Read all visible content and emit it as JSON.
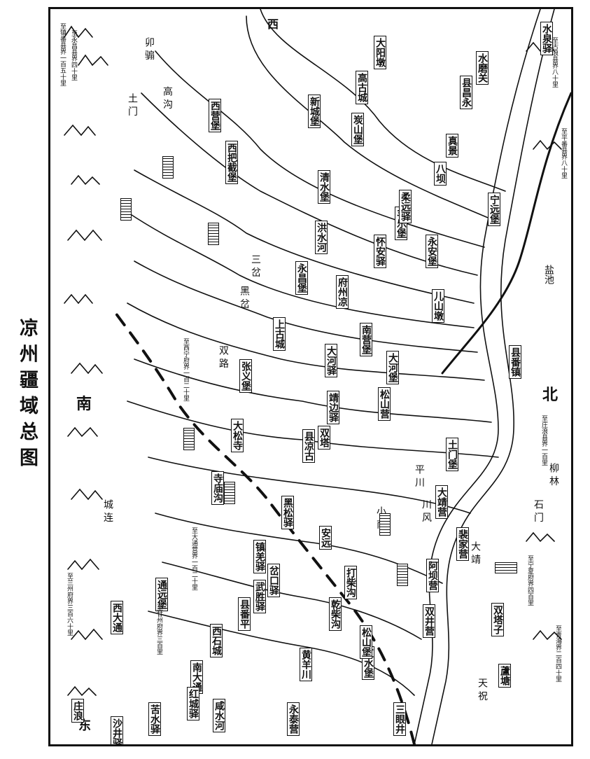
{
  "title": "凉州疆域总图",
  "directions": {
    "south": "南",
    "north": "北",
    "west": "西",
    "east": "东"
  },
  "settlements": [
    {
      "name": "县凉古",
      "boxed": true
    },
    {
      "name": "府州凉",
      "boxed": true
    },
    {
      "name": "县番平",
      "boxed": true
    },
    {
      "name": "县昌永",
      "boxed": true
    },
    {
      "name": "县番镇",
      "boxed": true
    },
    {
      "name": "儿山墩",
      "boxed": true
    },
    {
      "name": "大河驿",
      "boxed": true
    },
    {
      "name": "上古城",
      "boxed": true
    },
    {
      "name": "张义堡",
      "boxed": true
    },
    {
      "name": "双塔",
      "boxed": true
    },
    {
      "name": "靖边驿",
      "boxed": true
    },
    {
      "name": "土门堡",
      "boxed": true
    },
    {
      "name": "大靖营",
      "boxed": true
    },
    {
      "name": "黑松驿",
      "boxed": true
    },
    {
      "name": "安远",
      "boxed": true
    },
    {
      "name": "镇羌驿",
      "boxed": true
    },
    {
      "name": "岔口驿",
      "boxed": true
    },
    {
      "name": "武胜驿",
      "boxed": true
    },
    {
      "name": "打柴沟",
      "boxed": true
    },
    {
      "name": "乾柴沟",
      "boxed": true
    },
    {
      "name": "通远堡",
      "boxed": true
    },
    {
      "name": "西大通",
      "boxed": true
    },
    {
      "name": "南大通",
      "boxed": true
    },
    {
      "name": "红城驿",
      "boxed": true
    },
    {
      "name": "苦水驿",
      "boxed": true
    },
    {
      "name": "咸水河",
      "boxed": true
    },
    {
      "name": "庄浪",
      "boxed": true
    },
    {
      "name": "沙井驿",
      "boxed": true
    },
    {
      "name": "红水堡",
      "boxed": true
    },
    {
      "name": "松山堡",
      "boxed": true
    },
    {
      "name": "黄羊川",
      "boxed": true
    },
    {
      "name": "永泰营",
      "boxed": true
    },
    {
      "name": "三眼井",
      "boxed": true
    },
    {
      "name": "阿坝营",
      "boxed": true
    },
    {
      "name": "裴家营",
      "boxed": true
    },
    {
      "name": "双井营",
      "boxed": true
    },
    {
      "name": "双塔子",
      "boxed": true
    },
    {
      "name": "蘆塘",
      "boxed": true
    },
    {
      "name": "水磨关",
      "boxed": true
    },
    {
      "name": "宁远堡",
      "boxed": true
    },
    {
      "name": "水泉驿",
      "boxed": true
    },
    {
      "name": "大阳墩",
      "boxed": true
    },
    {
      "name": "真景",
      "boxed": true
    },
    {
      "name": "八坝",
      "boxed": true
    },
    {
      "name": "丰乐堡",
      "boxed": true
    },
    {
      "name": "永安堡",
      "boxed": true
    },
    {
      "name": "怀安驿",
      "boxed": true
    },
    {
      "name": "高古城",
      "boxed": true
    },
    {
      "name": "新城堡",
      "boxed": true
    },
    {
      "name": "清水堡",
      "boxed": true
    },
    {
      "name": "西营堡",
      "boxed": true
    },
    {
      "name": "柔远驿",
      "boxed": true
    },
    {
      "name": "炭山堡",
      "boxed": true
    },
    {
      "name": "西把截堡",
      "boxed": true
    },
    {
      "name": "洪水河",
      "boxed": true
    },
    {
      "name": "永昌堡",
      "boxed": true
    },
    {
      "name": "大河堡",
      "boxed": true
    },
    {
      "name": "南营堡",
      "boxed": true
    },
    {
      "name": "松山营",
      "boxed": true
    },
    {
      "name": "西石城",
      "boxed": true
    },
    {
      "name": "大松寺",
      "boxed": true
    },
    {
      "name": "寺庙沟",
      "boxed": true
    }
  ],
  "features": [
    {
      "name": "城 连"
    },
    {
      "name": "柳 林"
    },
    {
      "name": "盐池"
    },
    {
      "name": "卯 骟"
    },
    {
      "name": "三 岔"
    },
    {
      "name": "黑 岔"
    },
    {
      "name": "土 门"
    },
    {
      "name": "高 沟"
    },
    {
      "name": "双 路"
    },
    {
      "name": "天 祝"
    },
    {
      "name": "石 门"
    },
    {
      "name": "平 川"
    },
    {
      "name": "川 风"
    },
    {
      "name": "大 靖"
    },
    {
      "name": "小 南"
    }
  ],
  "notes": [
    "至镇番县界一百五十里",
    "至永昌县界四十里",
    "至平番县界八十里",
    "至古浪县界八十里",
    "至甘州府界三百里",
    "至西宁府界一百二十里",
    "至兰州府界三百六十里",
    "至庄浪县界一百里",
    "至宁夏府界四百里",
    "至大通营界一百二十里",
    "至青海界二百四十里"
  ]
}
